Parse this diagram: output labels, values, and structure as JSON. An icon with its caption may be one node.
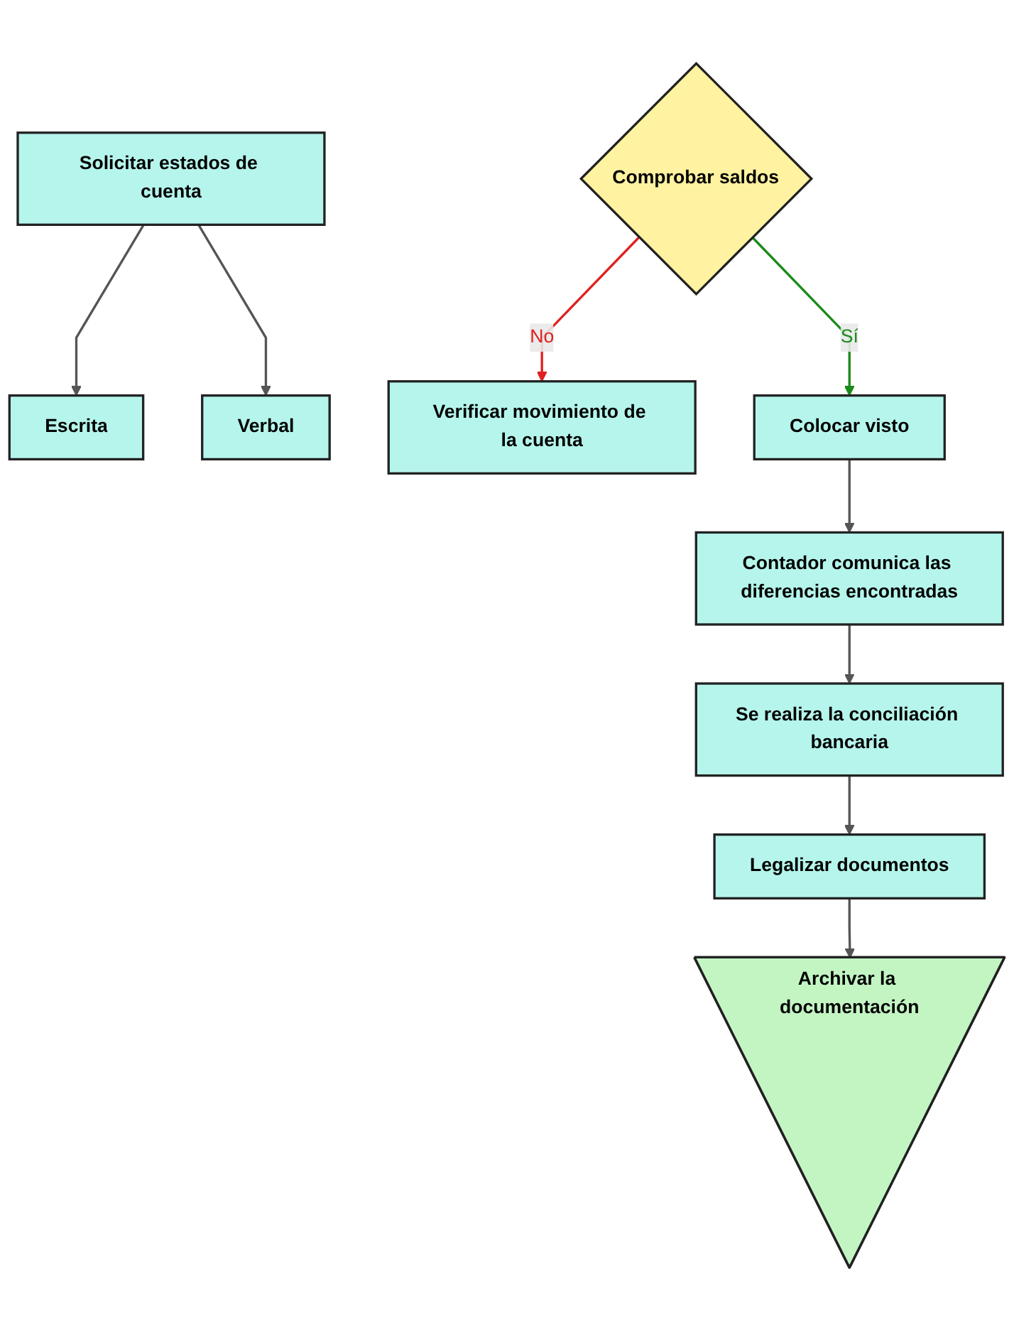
{
  "diagram": {
    "nodes": [
      {
        "text": [
          "Solicitar estados de cuenta"
        ]
      },
      {
        "text": [
          "Escrita"
        ]
      },
      {
        "text": [
          "Verbal"
        ]
      },
      {
        "text": [
          "Verificar movimiento de la cuenta"
        ]
      },
      {
        "text": [
          "Comprobar saldos"
        ]
      },
      {
        "text": [
          "Colocar visto"
        ]
      },
      {
        "text": [
          "Contador comunica las diferencias encontradas"
        ]
      },
      {
        "text": [
          "Se realiza la conciliación bancaria"
        ]
      },
      {
        "text": [
          "Legalizar documentos"
        ]
      },
      {
        "text": [
          "Archivar la documentación"
        ]
      }
    ],
    "edges": [
      {
        "from": 0,
        "to": 1,
        "arrow": "to"
      },
      {
        "from": 0,
        "to": 2,
        "arrow": "to"
      },
      {
        "from": 4,
        "to": 3,
        "arrow": "to",
        "label": "No",
        "color": "#e02020"
      },
      {
        "from": 4,
        "to": 5,
        "arrow": "to",
        "label": "Sí",
        "color": "#1a8a1a"
      },
      {
        "from": 5,
        "to": 6,
        "arrow": "to"
      },
      {
        "from": 6,
        "to": 7,
        "arrow": "to"
      },
      {
        "from": 7,
        "to": 8,
        "arrow": "to"
      },
      {
        "from": 8,
        "to": 9,
        "arrow": "to"
      }
    ]
  }
}
